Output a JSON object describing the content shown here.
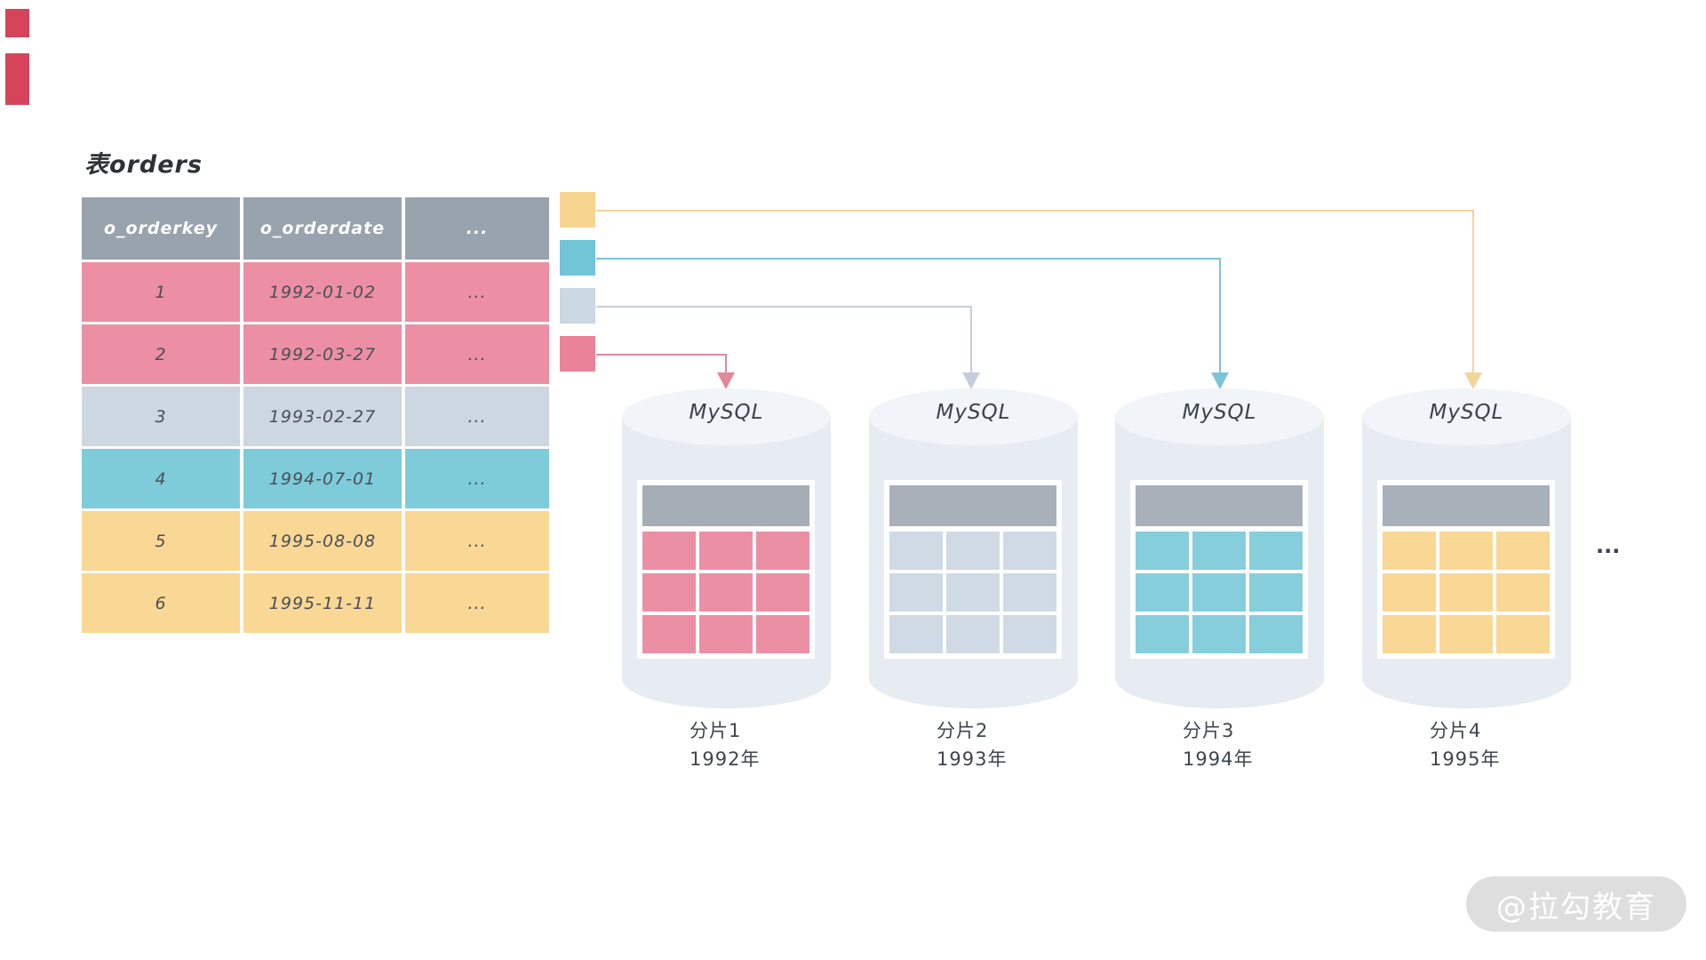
{
  "page": {
    "background": "#ffffff"
  },
  "decorations": {
    "red_edge_marks_color": "#d5445a"
  },
  "table": {
    "title": "表orders",
    "headers": [
      "o_orderkey",
      "o_orderdate",
      "..."
    ],
    "rows": [
      {
        "key": "1",
        "date": "1992-01-02",
        "more": "...",
        "row_color": "#ec8fa4"
      },
      {
        "key": "2",
        "date": "1992-03-27",
        "more": "...",
        "row_color": "#ec8fa4"
      },
      {
        "key": "3",
        "date": "1993-02-27",
        "more": "...",
        "row_color": "#cdd7e1"
      },
      {
        "key": "4",
        "date": "1994-07-01",
        "more": "...",
        "row_color": "#7eccd9"
      },
      {
        "key": "5",
        "date": "1995-08-08",
        "more": "...",
        "row_color": "#f9d795"
      },
      {
        "key": "6",
        "date": "1995-11-11",
        "more": "...",
        "row_color": "#f9d795"
      }
    ],
    "header_bg": "#99a3ae",
    "header_text_color": "#ffffff",
    "cell_text_color": "#4a4f57"
  },
  "legend": {
    "swatches": [
      {
        "color": "#f8d491",
        "maps_to": "分片4"
      },
      {
        "color": "#72c5d6",
        "maps_to": "分片3"
      },
      {
        "color": "#cbd7e2",
        "maps_to": "分片2"
      },
      {
        "color": "#e8839a",
        "maps_to": "分片1"
      }
    ]
  },
  "connectors": [
    {
      "color": "#f0d59c",
      "target": "分片4"
    },
    {
      "color": "#7cc5d5",
      "target": "分片3"
    },
    {
      "color": "#c5cfda",
      "target": "分片2"
    },
    {
      "color": "#e2879c",
      "target": "分片1"
    }
  ],
  "shards": [
    {
      "db_label": "MySQL",
      "name": "分片1",
      "year": "1992年",
      "cell_color": "#eb8fa4",
      "mini_header_color": "#a5adb7"
    },
    {
      "db_label": "MySQL",
      "name": "分片2",
      "year": "1993年",
      "cell_color": "#cfdae4",
      "mini_header_color": "#a8b0ba"
    },
    {
      "db_label": "MySQL",
      "name": "分片3",
      "year": "1994年",
      "cell_color": "#86cedb",
      "mini_header_color": "#a8b0ba"
    },
    {
      "db_label": "MySQL",
      "name": "分片4",
      "year": "1995年",
      "cell_color": "#f9d795",
      "mini_header_color": "#a8b0ba"
    }
  ],
  "more_shards_ellipsis": "...",
  "watermark": "@拉勾教育",
  "cylinder": {
    "body_color": "#e7ebf2",
    "top_color": "#f1f4f9"
  }
}
